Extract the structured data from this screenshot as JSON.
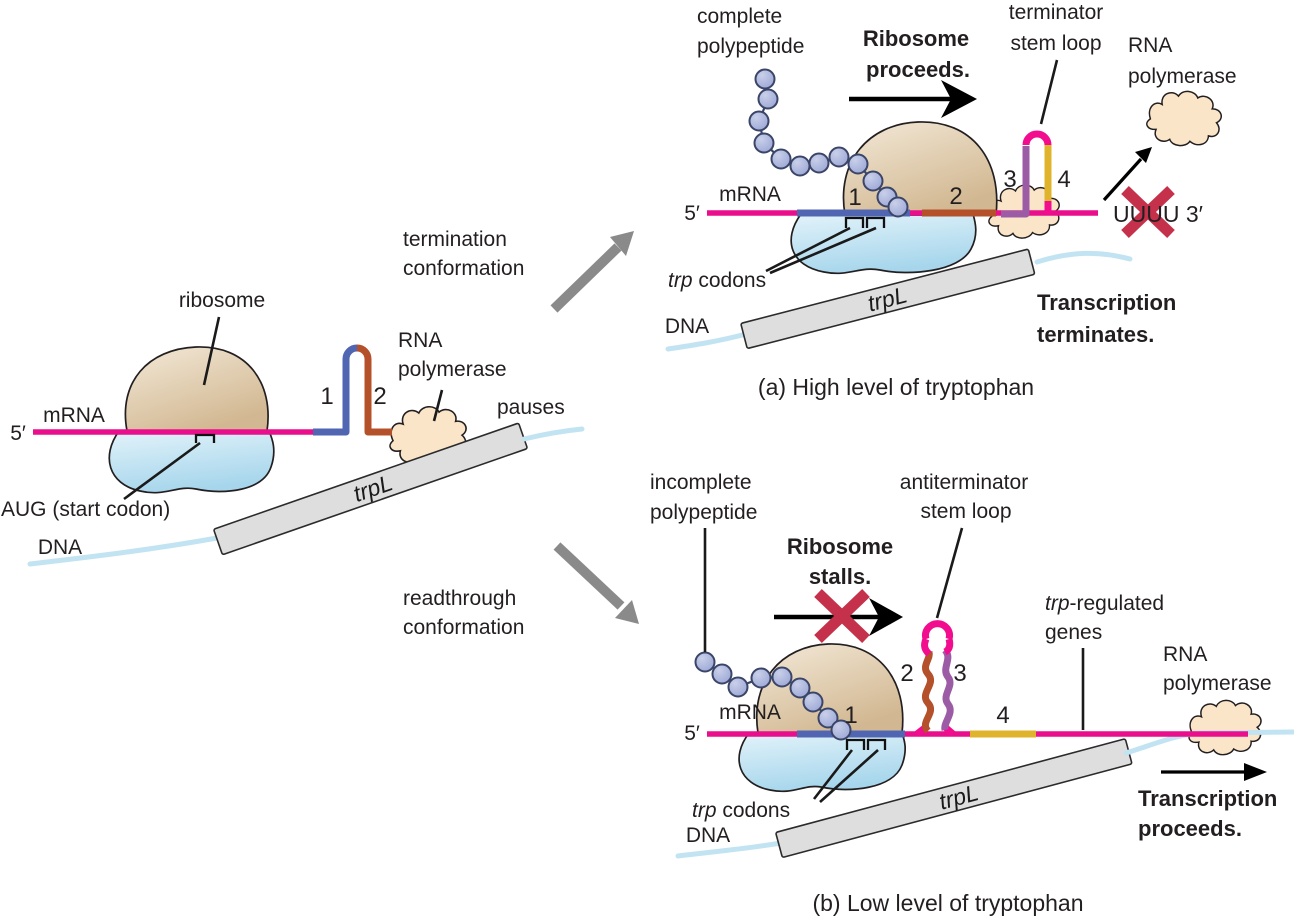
{
  "colors": {
    "mrna_pink": "#e90e8c",
    "segment1_blue": "#5066b2",
    "segment2_brown": "#b4502a",
    "segment3_purple": "#9c5ba5",
    "segment4_yellow": "#dfb32b",
    "loop_pink": "#f20d8e",
    "dna_light_blue": "#c2e4f2",
    "ribosome_top_tan": "#e3d2b5",
    "ribosome_bottom_blue": "#bcdff0",
    "rna_polymerase_tan": "#fbe5c8",
    "polypeptide_bead": "#a9b2dc",
    "trpl_bar_gray": "#dedede",
    "transition_arrow_gray": "#8a8a8a",
    "red_x": "#c5304a",
    "text": "#231f20"
  },
  "left": {
    "ribosome": "ribosome",
    "mrna": "mRNA",
    "five_prime": "5′",
    "aug": "AUG (start codon)",
    "dna": "DNA",
    "trpl": "trpL",
    "n1": "1",
    "n2": "2",
    "rnap1": "RNA",
    "rnap2": "polymerase",
    "pauses": "pauses",
    "termination1": "termination",
    "termination2": "conformation",
    "readthrough1": "readthrough",
    "readthrough2": "conformation"
  },
  "panel_a": {
    "complete1": "complete",
    "complete2": "polypeptide",
    "proceeds1": "Ribosome",
    "proceeds2": "proceeds.",
    "terminator1": "terminator",
    "terminator2": "stem loop",
    "rnap1": "RNA",
    "rnap2": "polymerase",
    "mrna": "mRNA",
    "five_prime": "5′",
    "n1": "1",
    "n2": "2",
    "n3": "3",
    "n4": "4",
    "uuuu": "UUUU 3′",
    "trp": "trp",
    "codons": " codons",
    "dna": "DNA",
    "trpl": "trpL",
    "terminates1": "Transcription",
    "terminates2": "terminates.",
    "caption": "(a) High level of tryptophan"
  },
  "panel_b": {
    "incomplete1": "incomplete",
    "incomplete2": "polypeptide",
    "stalls1": "Ribosome",
    "stalls2": "stalls.",
    "antiterminator1": "antiterminator",
    "antiterminator2": "stem loop",
    "trp_reg_trp": "trp",
    "trp_reg_rest": "-regulated",
    "genes": "genes",
    "rnap1": "RNA",
    "rnap2": "polymerase",
    "mrna": "mRNA",
    "five_prime": "5′",
    "n1": "1",
    "n2": "2",
    "n3": "3",
    "n4": "4",
    "trp": "trp",
    "codons": " codons",
    "dna": "DNA",
    "trpl": "trpL",
    "proceeds1": "Transcription",
    "proceeds2": "proceeds.",
    "caption": "(b) Low level of tryptophan"
  }
}
